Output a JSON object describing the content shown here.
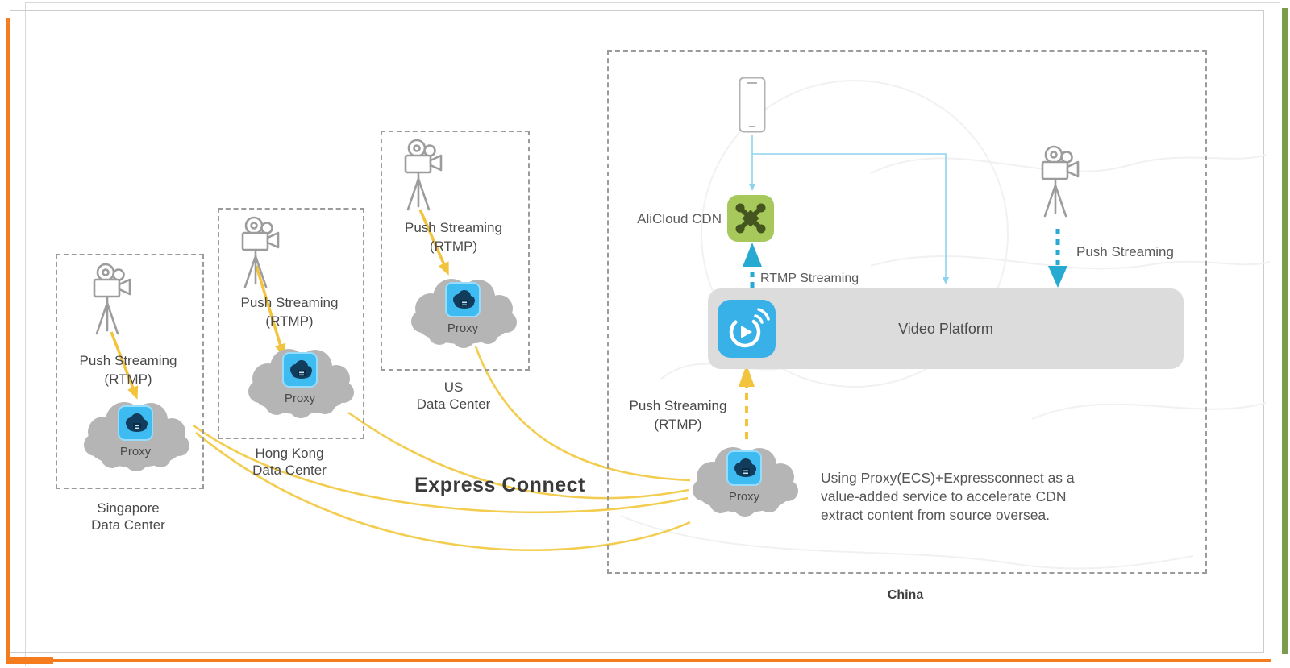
{
  "frame": {
    "accent_orange": "#f57c1f",
    "accent_green": "#7d9c4b"
  },
  "diagram": {
    "express_connect_label": "Express Connect",
    "datacenters": [
      {
        "line1": "Singapore",
        "line2": "Data Center",
        "push1": "Push Streaming",
        "push2": "(RTMP)",
        "proxy": "Proxy"
      },
      {
        "line1": "Hong Kong",
        "line2": "Data Center",
        "push1": "Push Streaming",
        "push2": "(RTMP)",
        "proxy": "Proxy"
      },
      {
        "line1": "US",
        "line2": "Data Center",
        "push1": "Push Streaming",
        "push2": "(RTMP)",
        "proxy": "Proxy"
      }
    ],
    "china": {
      "label": "China",
      "cdn_label": "AliCloud CDN",
      "rtmp_label": "RTMP Streaming",
      "platform_label": "Video Platform",
      "push1": "Push Streaming",
      "push2": "(RTMP)",
      "proxy": "Proxy",
      "camera_push_label": "Push Streaming",
      "note1": "Using Proxy(ECS)+Expressconnect as a",
      "note2": "value-added service to accelerate CDN",
      "note3": "extract content from source oversea."
    },
    "colors": {
      "yellow_line": "#f3cd4f",
      "yellow_arrow": "#f2c43d",
      "teal_arrow": "#27aad2",
      "light_blue_line": "#8ed3ee",
      "cloud_gray": "#b5b5b5",
      "platform_gray": "#dcdcdc",
      "proxy_icon_blue": "#3ebbf0",
      "cdn_icon_green": "#a7c95b"
    }
  }
}
